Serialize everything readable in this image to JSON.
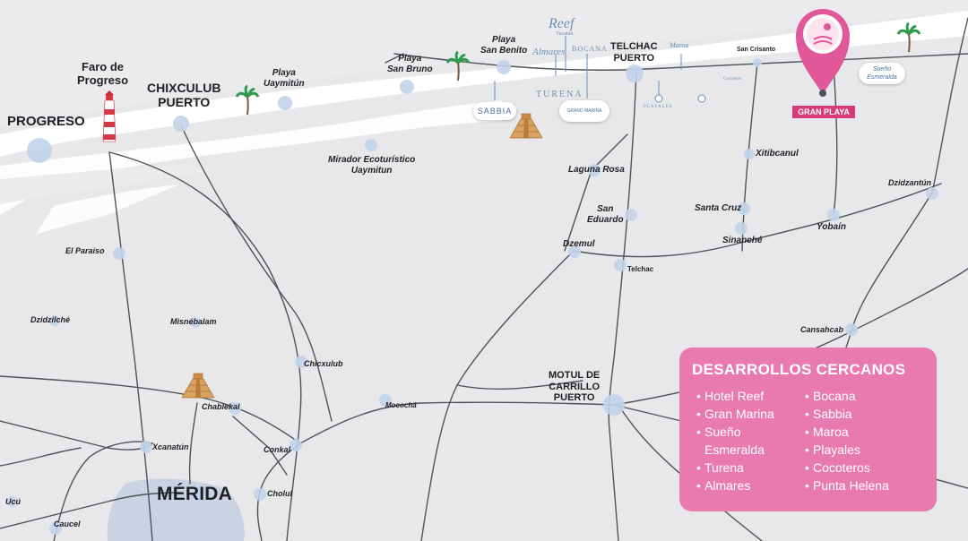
{
  "places": {
    "progreso": "PROGRESO",
    "faro": "Faro de\nProgreso",
    "chixculub_puerto": "CHIXCULUB\nPUERTO",
    "playa_uaymitun": "Playa\nUaymitún",
    "playa_san_bruno": "Playa\nSan Bruno",
    "playa_san_benito": "Playa\nSan Benito",
    "telchac_puerto": "TELCHAC\nPUERTO",
    "san_crisanto": "San Crisanto",
    "mirador": "Mirador Ecoturístico\nUaymitun",
    "laguna_rosa": "Laguna Rosa",
    "xitibcanul": "Xitibcanul",
    "dzidzantun": "Dzidzantún",
    "san_eduardo": "San\nEduardo",
    "santa_cruz": "Santa Cruz",
    "sinanche": "Sinanché",
    "yobain": "Yobaín",
    "dzemul": "Dzemul",
    "telchac": "Telchac",
    "el_paraiso": "El Paraíso",
    "dzidzilche": "Dzidzilché",
    "misnebalam": "Misnébalam",
    "cansahcab": "Cansahcab",
    "chicxulub": "Chicxulub",
    "motul": "MOTUL DE\nCARRILLO\nPUERTO",
    "chablekal": "Chablekal",
    "mococha": "Mocochá",
    "xcanatun": "Xcanatún",
    "conkal": "Conkal",
    "merida": "MÉRIDA",
    "cholul": "Cholul",
    "ucu": "Ucú",
    "caucel": "Caucel"
  },
  "developments": {
    "reef": "Reef",
    "reef_sub": "Yucatán",
    "almares": "Almares",
    "bocana": "BOCANA",
    "turena": "TURENA",
    "sabbia": "SABBIA",
    "gran_marina": "GRAND MARINA",
    "playales": "PLAYALES",
    "maroa": "Maroa",
    "cocoteros": "Cocoteros",
    "sueno": "Sueño\nEsmeralda",
    "gran_playa": "GRAN PLAYA"
  },
  "legend": {
    "title": "DESARROLLOS CERCANOS",
    "col1": [
      "Hotel Reef",
      "Gran Marina",
      "Sueño\nEsmeralda",
      "Turena",
      "Almares"
    ],
    "col2": [
      "Bocana",
      "Sabbia",
      "Maroa",
      "Playales",
      "Cocoteros",
      "Punta Helena"
    ]
  },
  "colors": {
    "land": "#e8e8ea",
    "coast": "#ffffff",
    "sea": "#dfe0e3",
    "road": "#4f5258",
    "dot": "#c2d4ea",
    "accent": "#e97ab0",
    "pin": "#e0589a"
  },
  "icons": [
    "palm-tree-icon",
    "lighthouse-icon",
    "pyramid-icon",
    "map-pin-icon"
  ]
}
